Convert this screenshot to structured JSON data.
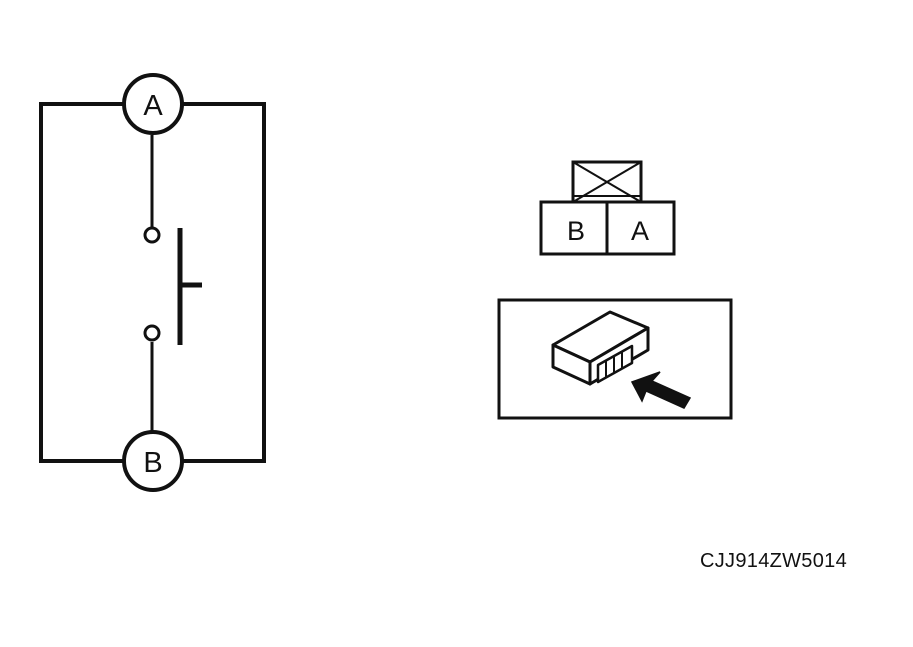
{
  "circuit": {
    "terminal_top_label": "A",
    "terminal_bottom_label": "B"
  },
  "connector": {
    "pins": [
      "B",
      "A"
    ]
  },
  "figure_code": "CJJ914ZW5014",
  "colors": {
    "ink": "#111111",
    "background": "#ffffff"
  }
}
